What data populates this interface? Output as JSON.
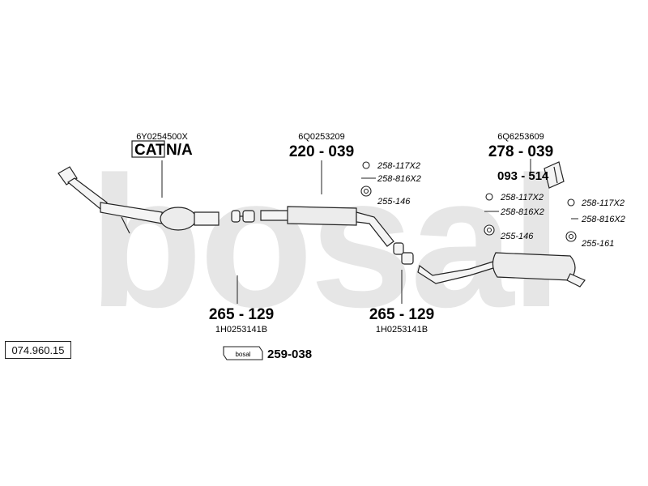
{
  "watermark": "bosal",
  "diagram_ref": "074.960.15",
  "parts": {
    "cat_oe": "6Y0254500X",
    "cat_badge": "CAT",
    "cat_value": "N/A",
    "mid_oe": "6Q0253209",
    "mid_part": "220 - 039",
    "rear_oe": "6Q6253609",
    "rear_part": "278 - 039",
    "hanger_part": "093 - 514",
    "mid_small_1": "258-117X2",
    "mid_small_2": "258-816X2",
    "mid_small_3": "255-146",
    "rear_a_1": "258-117X2",
    "rear_a_2": "258-816X2",
    "rear_a_3": "255-146",
    "rear_b_1": "258-117X2",
    "rear_b_2": "258-816X2",
    "rear_b_3": "255-161",
    "clamp1_part": "265 - 129",
    "clamp1_oe": "1H0253141B",
    "clamp2_part": "265 - 129",
    "clamp2_oe": "1H0253141B",
    "kit_label": "bosal",
    "kit_part": "259-038"
  },
  "colors": {
    "watermark": "#e6e6e6",
    "line": "#222222",
    "pipe_fill": "#f4f4f4",
    "muffler_fill": "#ececec"
  }
}
